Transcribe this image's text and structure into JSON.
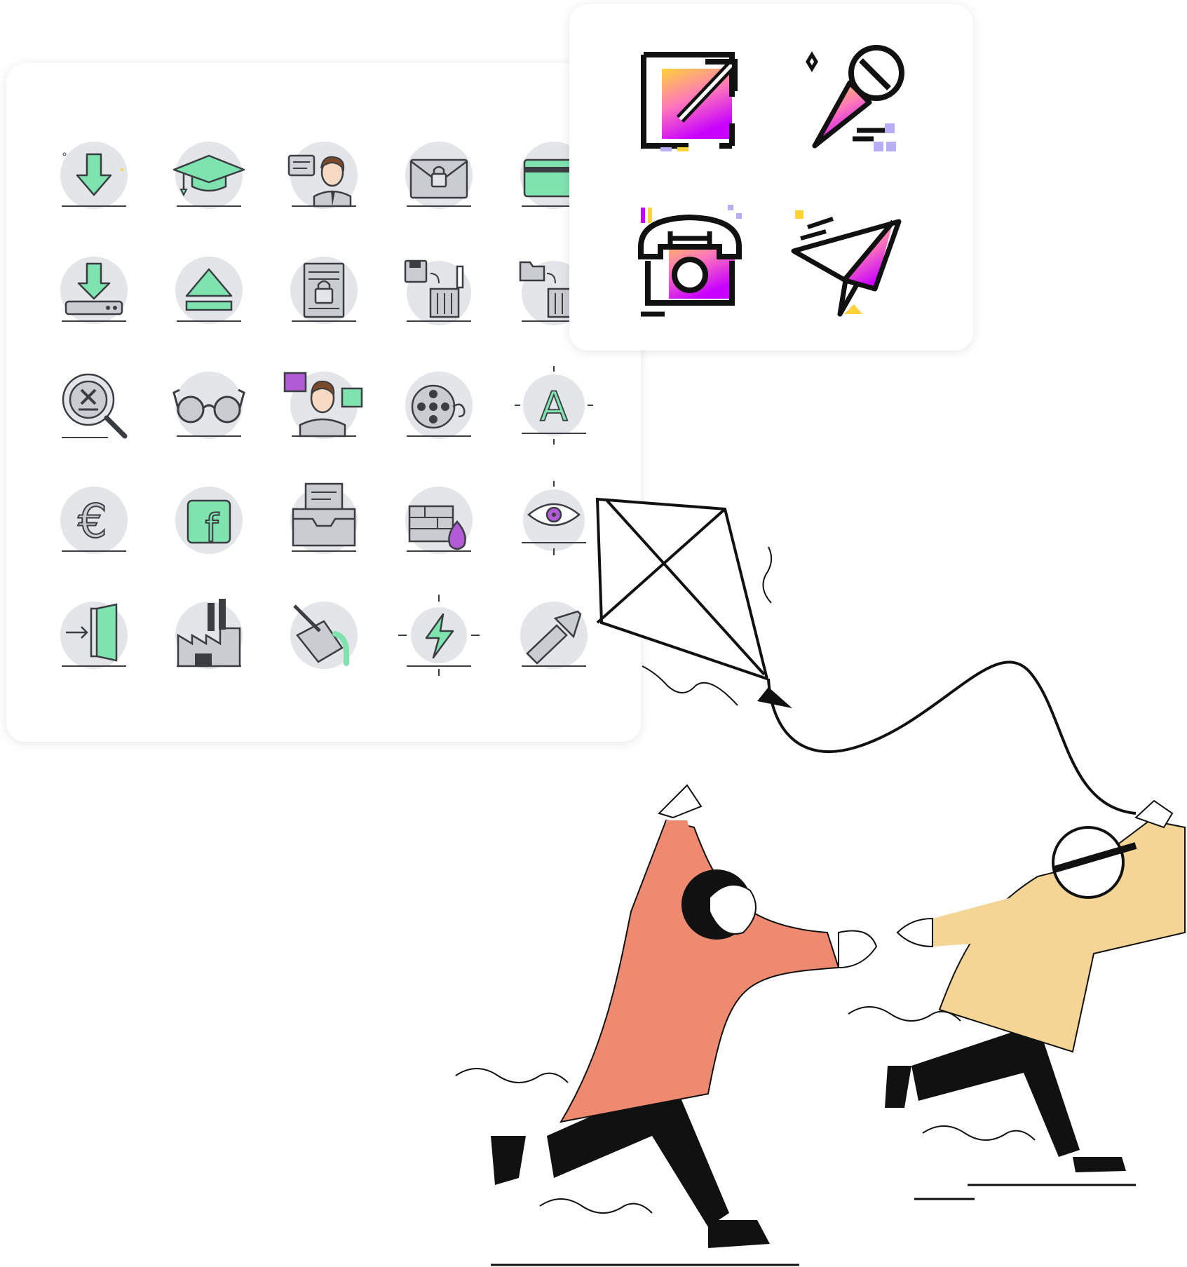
{
  "colors": {
    "icon_fill_green": "#7fe3b0",
    "icon_circle_gray": "#e3e5e8",
    "icon_stroke": "#3a3d42",
    "icon_accent_purple": "#b15bd6",
    "icon_sparkle_yellow": "#f2d54a",
    "gradient_start": "#ffd23a",
    "gradient_mid": "#ff7ab8",
    "gradient_end": "#c800ff",
    "accent_lilac": "#b7aef5",
    "kid_left_shirt": "#ee8a70",
    "kid_right_shirt": "#f5d596",
    "ink": "#111111"
  },
  "icon_grid": {
    "rows": [
      [
        "download-arrow-icon",
        "graduation-cap-icon",
        "businessman-chat-icon",
        "locked-mail-icon",
        "credit-card-icon"
      ],
      [
        "download-drive-icon",
        "eject-icon",
        "server-lock-icon",
        "floppy-trash-icon",
        "folder-trash-icon"
      ],
      [
        "search-clear-icon",
        "glasses-icon",
        "feedback-person-icon",
        "film-reel-icon",
        "font-letter-icon"
      ],
      [
        "euro-icon",
        "facebook-icon",
        "folder-document-icon",
        "firewall-icon",
        "eye-icon"
      ],
      [
        "enter-door-icon",
        "factory-icon",
        "paint-bucket-icon",
        "energy-bolt-icon",
        "flashlight-icon"
      ]
    ],
    "font_letter": "A",
    "facebook_letter": "f",
    "euro_symbol": "€"
  },
  "gradient_icons": [
    "expand-arrow-icon",
    "microphone-icon",
    "telephone-icon",
    "paper-plane-icon"
  ],
  "illustration": {
    "kite": "kite-illustration",
    "kids": [
      "kid-left-running",
      "kid-right-running"
    ]
  }
}
